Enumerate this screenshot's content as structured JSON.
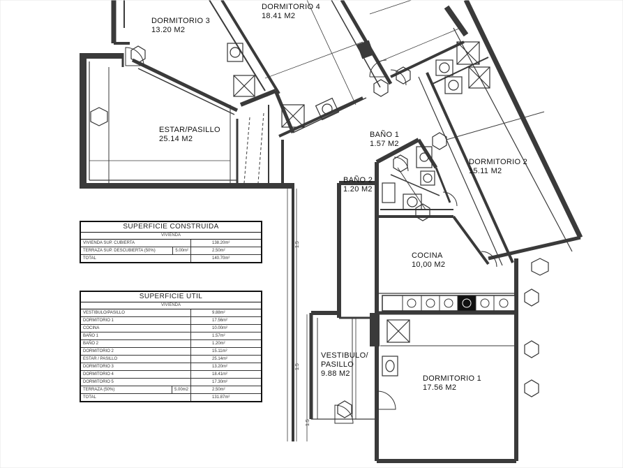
{
  "rooms": [
    {
      "id": "dormitorio-3",
      "name": "DORMITORIO 3",
      "area": "13.20 M2"
    },
    {
      "id": "dormitorio-4",
      "name": "DORMITORIO 4",
      "area": "18.41 M2"
    },
    {
      "id": "estar-pasillo",
      "name": "ESTAR/PASILLO",
      "area": "25.14 M2"
    },
    {
      "id": "bano-1",
      "name": "BAÑO 1",
      "area": "1.57 M2"
    },
    {
      "id": "bano-2",
      "name": "BAÑO 2",
      "area": "1.20 M2"
    },
    {
      "id": "dormitorio-2",
      "name": "DORMITORIO 2",
      "area": "15.11 M2"
    },
    {
      "id": "cocina",
      "name": "COCINA",
      "area": "10,00 M2"
    },
    {
      "id": "vestibulo-pasillo",
      "name": "VESTIBULO/ PASILLO",
      "area": "9.88 M2"
    },
    {
      "id": "dormitorio-1",
      "name": "DORMITORIO 1",
      "area": "17.56 M2"
    }
  ],
  "table_construida": {
    "title": "SUPERFICIE CONSTRUIDA",
    "subtitle": "VIVIENDA",
    "rows": [
      {
        "label": "VIVIENDA SUP. CUBIERTA",
        "inline": "",
        "value": "138.20m²"
      },
      {
        "label": "TERRAZA SUP. DESCUBIERTA (50%)",
        "inline": "5.00m²",
        "value": "2.50m²"
      },
      {
        "label": "TOTAL",
        "inline": "",
        "value": "140.70m²"
      }
    ]
  },
  "table_util": {
    "title": "SUPERFICIE UTIL",
    "subtitle": "VIVIENDA",
    "rows": [
      {
        "label": "VESTIBULO/PASILLO",
        "inline": "",
        "value": "9.88m²"
      },
      {
        "label": "DORMITORIO 1",
        "inline": "",
        "value": "17.56m²"
      },
      {
        "label": "COCINA",
        "inline": "",
        "value": "10.00m²"
      },
      {
        "label": "BAÑO 1",
        "inline": "",
        "value": "1.57m²"
      },
      {
        "label": "BAÑO 2",
        "inline": "",
        "value": "1.20m²"
      },
      {
        "label": "DORMITORIO 2",
        "inline": "",
        "value": "15.11m²"
      },
      {
        "label": "ESTAR / PASILLO",
        "inline": "",
        "value": "25.14m²"
      },
      {
        "label": "DORMITORIO 3",
        "inline": "",
        "value": "13.20m²"
      },
      {
        "label": "DORMITORIO 4",
        "inline": "",
        "value": "18.41m²"
      },
      {
        "label": "DORMITORIO 5",
        "inline": "",
        "value": "17.30m²"
      },
      {
        "label": "TERRAZA (50%)",
        "inline": "5.00m2",
        "value": "2.50m²"
      },
      {
        "label": "TOTAL",
        "inline": "",
        "value": "131.87m²"
      }
    ]
  },
  "dimension_marks": [
    "1.5",
    "1.5",
    "1.5"
  ],
  "colors": {
    "wall": "#3a3a3a",
    "line": "#1a1a1a",
    "fixture": "#555555",
    "background": "#ffffff"
  }
}
